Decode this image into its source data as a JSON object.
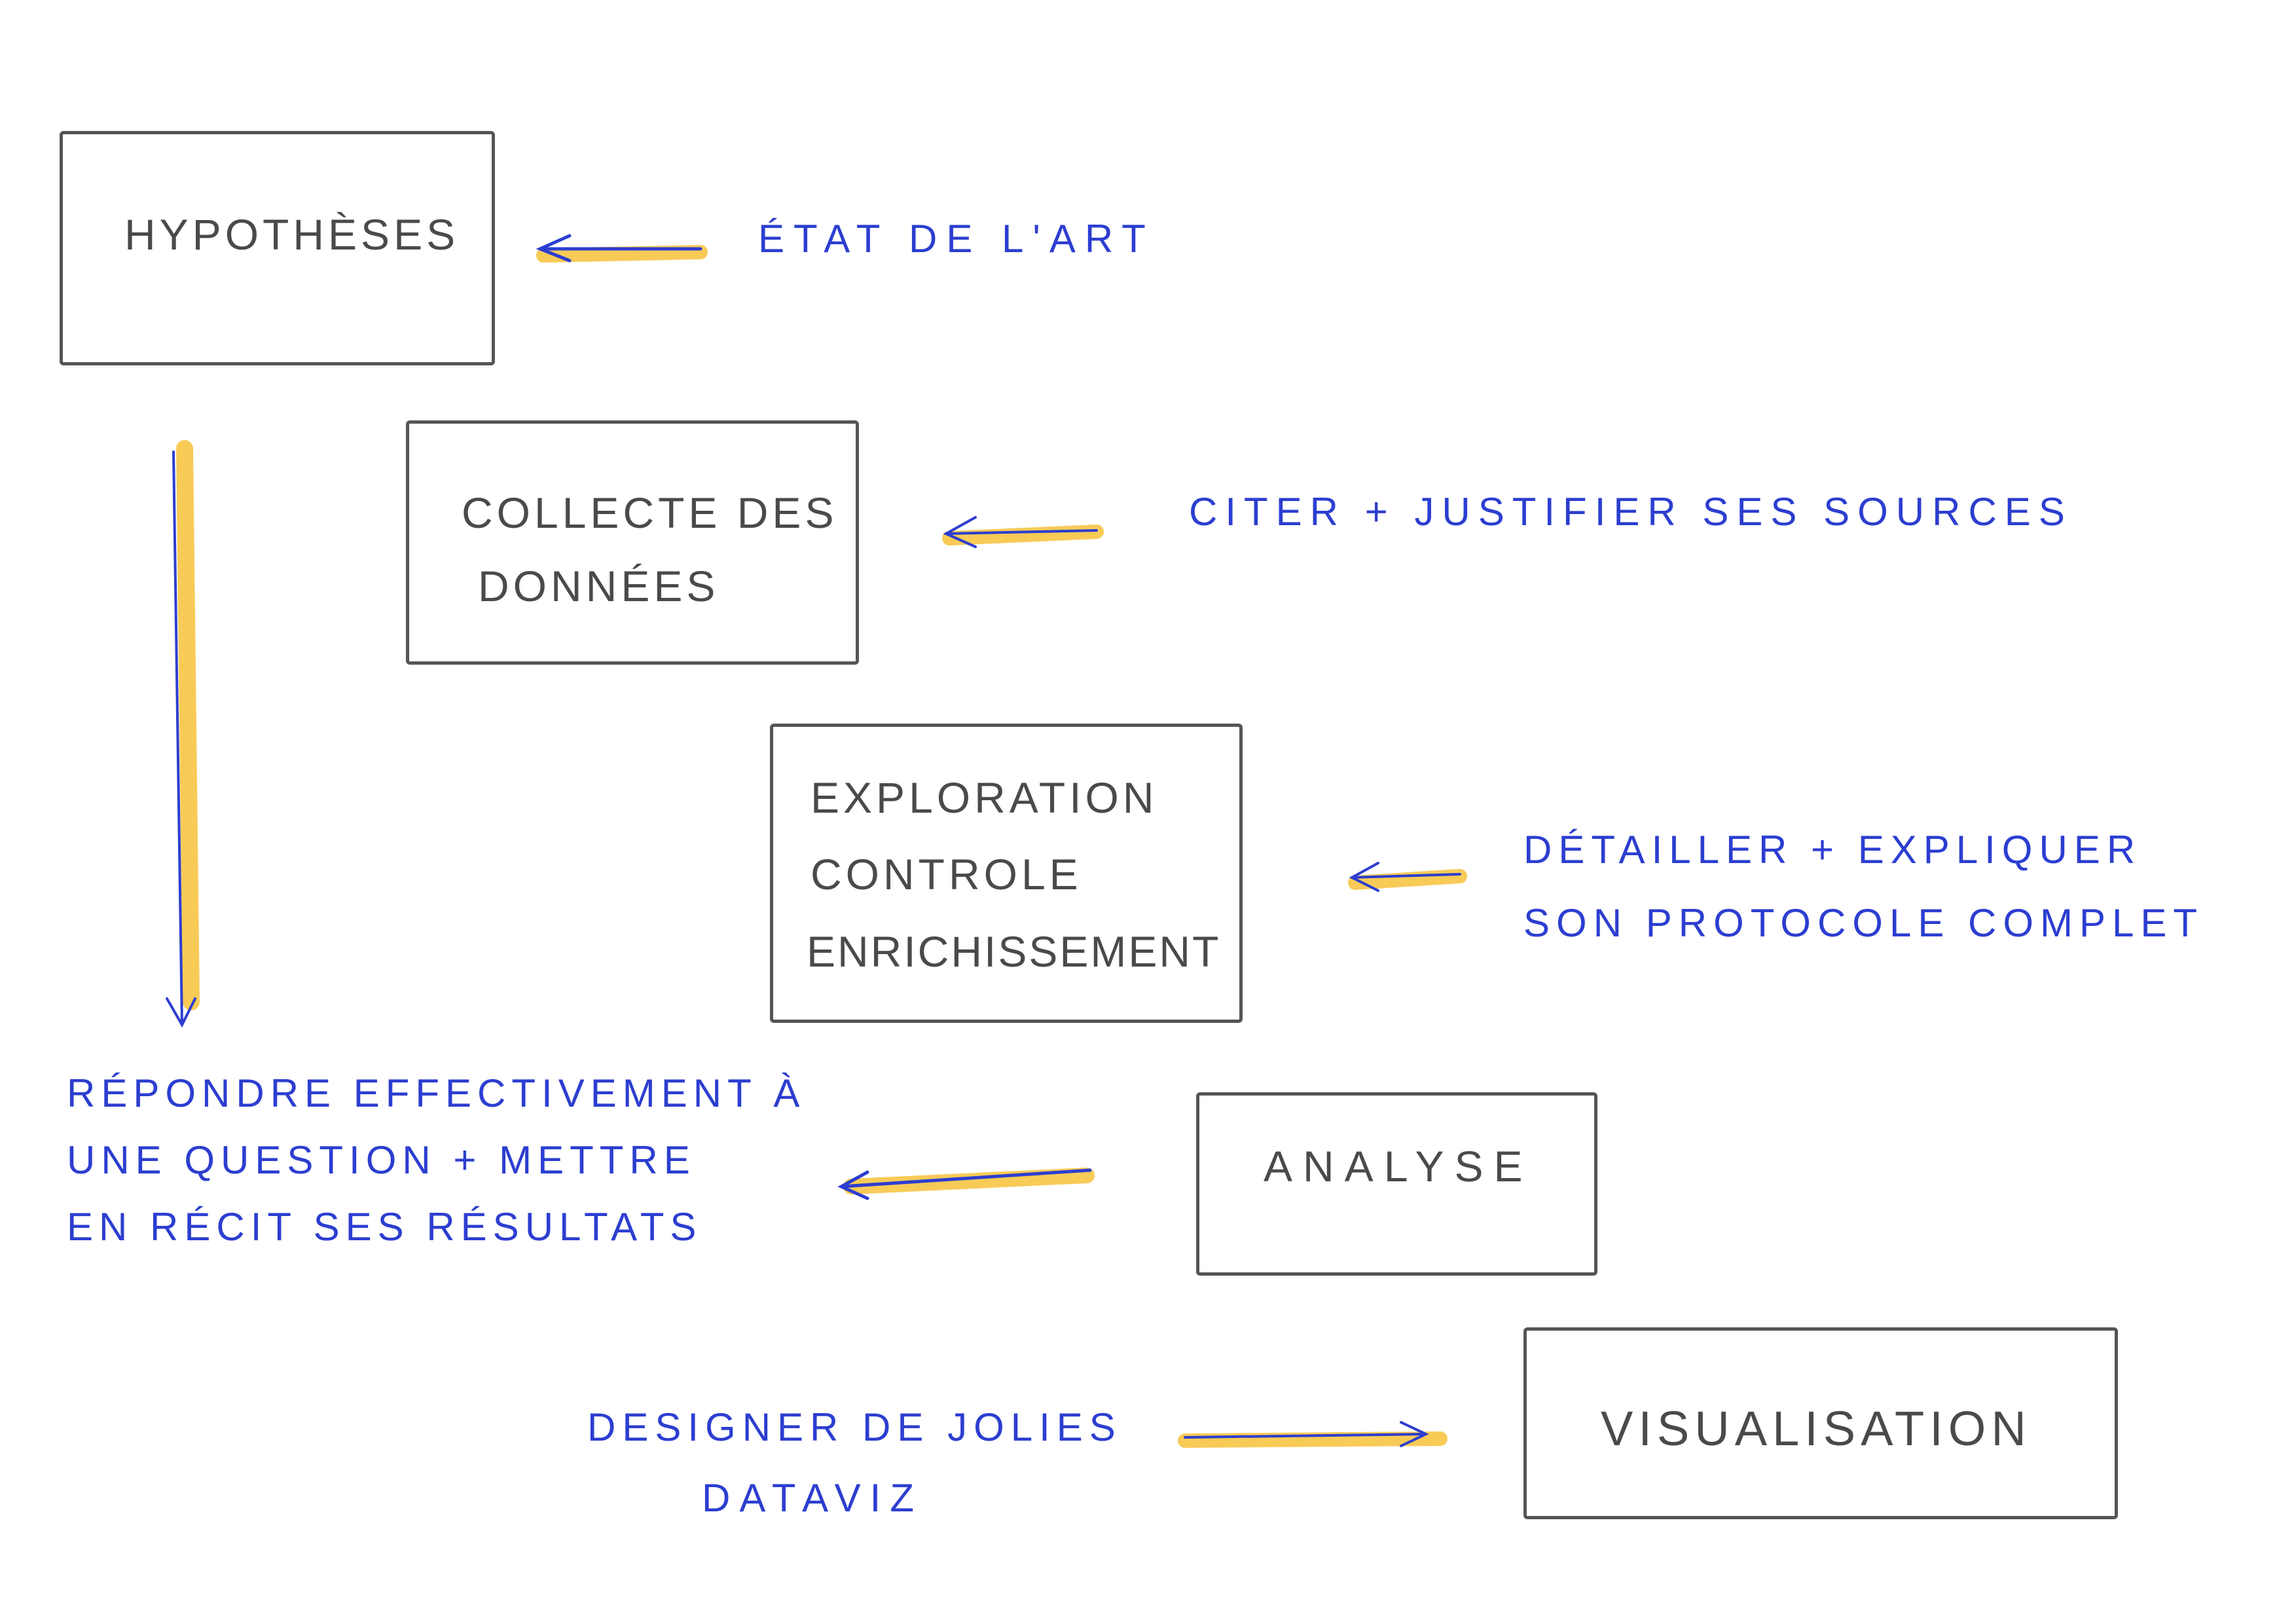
{
  "colors": {
    "ink": "#4a4a4a",
    "pen": "#2c3ed0",
    "highlighter": "#f7c23a"
  },
  "steps": [
    {
      "lines": [
        "Hypothèses"
      ]
    },
    {
      "lines": [
        "Collecte des",
        "données"
      ]
    },
    {
      "lines": [
        "Exploration",
        "Controle",
        "Enrichissement"
      ]
    },
    {
      "lines": [
        "Analyse"
      ]
    },
    {
      "lines": [
        "Visualisation"
      ]
    }
  ],
  "notes": [
    {
      "lines": [
        "État de l'art"
      ]
    },
    {
      "lines": [
        "Citer + justifier ses sources"
      ]
    },
    {
      "lines": [
        "Détailler + expliquer",
        "son protocole complet"
      ]
    },
    {
      "lines": [
        "Répondre effectivement à",
        "une question + mettre",
        "en récit ses résultats"
      ]
    },
    {
      "lines": [
        "Designer de jolies",
        "dataviz"
      ]
    }
  ]
}
